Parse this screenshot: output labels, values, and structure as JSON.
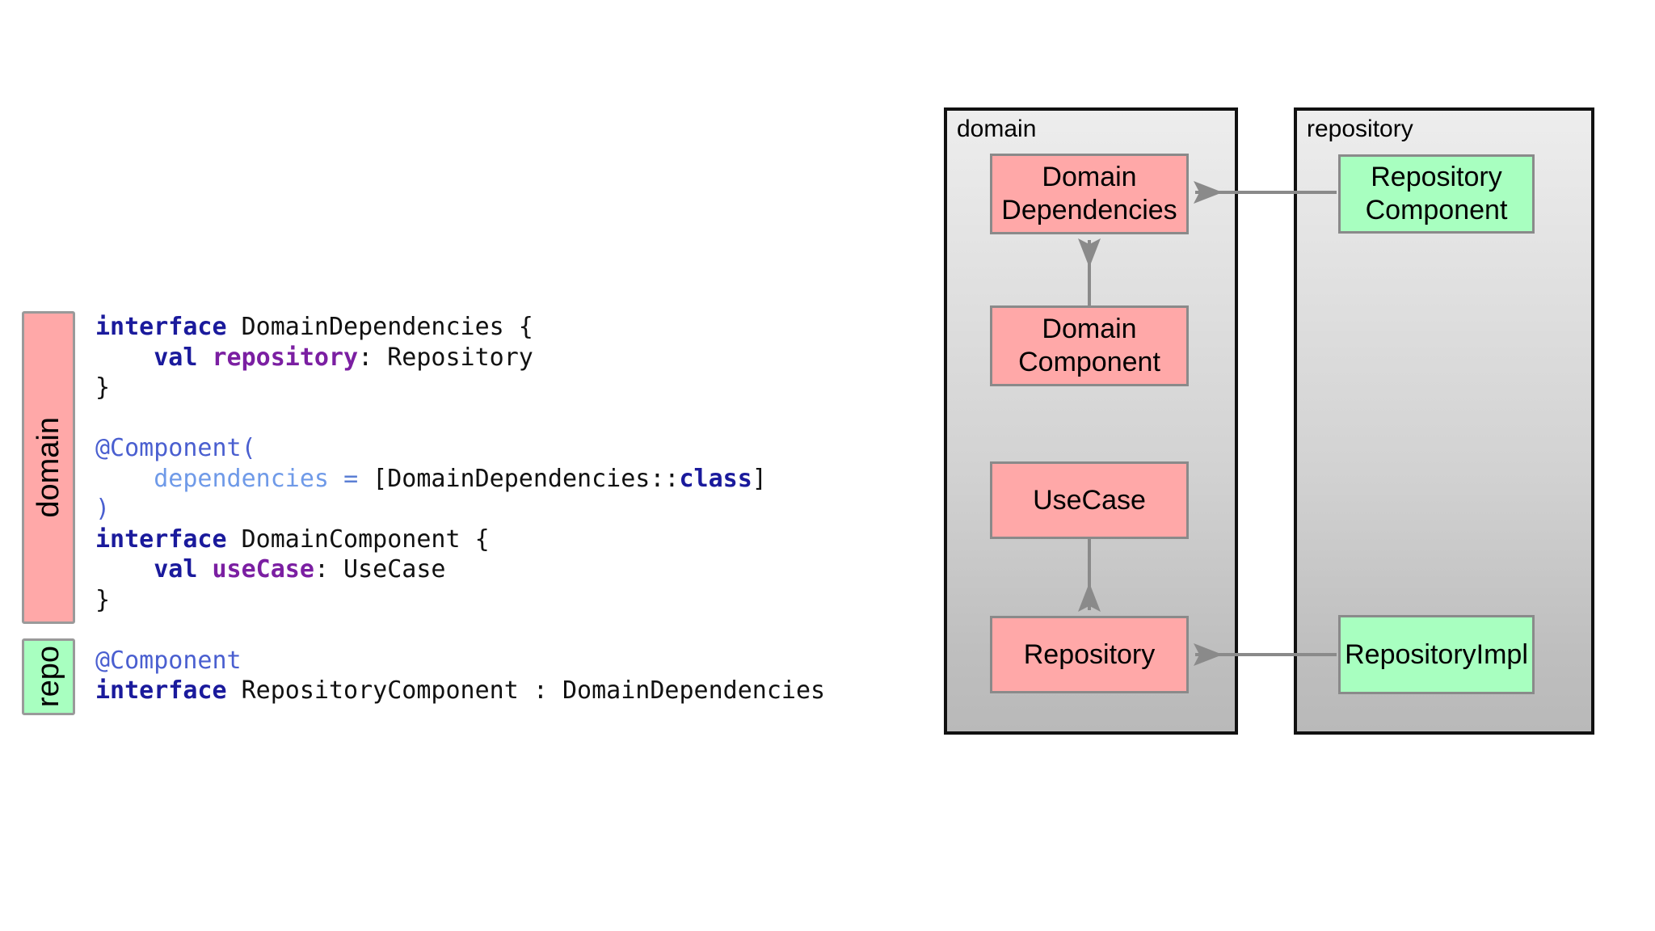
{
  "modules": [
    {
      "id": "domain",
      "label": "domain",
      "color": "#ffa8a8"
    },
    {
      "id": "repo",
      "label": "repo",
      "color": "#a8ffc0"
    }
  ],
  "code": {
    "language": "kotlin",
    "lines": [
      {
        "tokens": [
          {
            "t": "interface",
            "c": "kw"
          },
          {
            "t": " DomainDependencies {",
            "c": "plain"
          }
        ]
      },
      {
        "tokens": [
          {
            "t": "    ",
            "c": "plain"
          },
          {
            "t": "val",
            "c": "kw"
          },
          {
            "t": " ",
            "c": "plain"
          },
          {
            "t": "repository",
            "c": "prop"
          },
          {
            "t": ": Repository",
            "c": "plain"
          }
        ]
      },
      {
        "tokens": [
          {
            "t": "}",
            "c": "plain"
          }
        ]
      },
      {
        "tokens": [
          {
            "t": "",
            "c": "plain"
          }
        ]
      },
      {
        "tokens": [
          {
            "t": "@Component(",
            "c": "anno"
          }
        ]
      },
      {
        "tokens": [
          {
            "t": "    ",
            "c": "plain"
          },
          {
            "t": "dependencies",
            "c": "param"
          },
          {
            "t": " ",
            "c": "plain"
          },
          {
            "t": "=",
            "c": "op"
          },
          {
            "t": " [DomainDependencies::",
            "c": "plain"
          },
          {
            "t": "class",
            "c": "kw"
          },
          {
            "t": "]",
            "c": "plain"
          }
        ]
      },
      {
        "tokens": [
          {
            "t": ")",
            "c": "anno"
          }
        ]
      },
      {
        "tokens": [
          {
            "t": "interface",
            "c": "kw"
          },
          {
            "t": " DomainComponent {",
            "c": "plain"
          }
        ]
      },
      {
        "tokens": [
          {
            "t": "    ",
            "c": "plain"
          },
          {
            "t": "val",
            "c": "kw"
          },
          {
            "t": " ",
            "c": "plain"
          },
          {
            "t": "useCase",
            "c": "prop"
          },
          {
            "t": ": UseCase",
            "c": "plain"
          }
        ]
      },
      {
        "tokens": [
          {
            "t": "}",
            "c": "plain"
          }
        ]
      },
      {
        "tokens": [
          {
            "t": "",
            "c": "plain"
          }
        ]
      },
      {
        "tokens": [
          {
            "t": "@Component",
            "c": "anno"
          }
        ]
      },
      {
        "tokens": [
          {
            "t": "interface",
            "c": "kw"
          },
          {
            "t": " RepositoryComponent : DomainDependencies",
            "c": "plain"
          }
        ]
      }
    ]
  },
  "diagram": {
    "panels": [
      {
        "id": "domain",
        "title": "domain"
      },
      {
        "id": "repository",
        "title": "repository"
      }
    ],
    "nodes": [
      {
        "id": "domain-dependencies",
        "label": "Domain\nDependencies",
        "panel": "domain",
        "color": "#ffa8a8"
      },
      {
        "id": "domain-component",
        "label": "Domain\nComponent",
        "panel": "domain",
        "color": "#ffa8a8"
      },
      {
        "id": "usecase",
        "label": "UseCase",
        "panel": "domain",
        "color": "#ffa8a8"
      },
      {
        "id": "repository",
        "label": "Repository",
        "panel": "domain",
        "color": "#ffa8a8"
      },
      {
        "id": "repository-component",
        "label": "Repository\nComponent",
        "panel": "repository",
        "color": "#a8ffc0"
      },
      {
        "id": "repository-impl",
        "label": "RepositoryImpl",
        "panel": "repository",
        "color": "#a8ffc0"
      }
    ],
    "edges": [
      {
        "from": "domain-component",
        "to": "domain-dependencies"
      },
      {
        "from": "usecase",
        "to": "repository"
      },
      {
        "from": "repository-component",
        "to": "domain-dependencies"
      },
      {
        "from": "repository-impl",
        "to": "repository"
      }
    ],
    "edge_color": "#8a8a8a"
  }
}
